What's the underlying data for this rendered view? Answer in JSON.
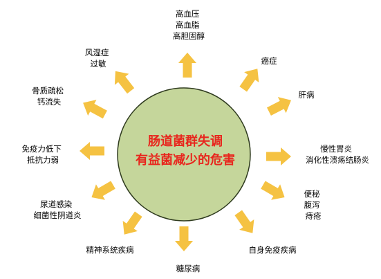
{
  "center": {
    "line1": "肠道菌群失调",
    "line2": "有益菌减少的危害",
    "fill_color": "#c5d69b",
    "border_color": "#2f3b1f",
    "text_color": "#e8261d"
  },
  "arrow_color": "#f5c242",
  "items": [
    {
      "id": "hypertension",
      "lines": [
        "高血压",
        "高血脂",
        "高胆固醇"
      ]
    },
    {
      "id": "cancer",
      "lines": [
        "癌症"
      ]
    },
    {
      "id": "liver",
      "lines": [
        "肝病"
      ]
    },
    {
      "id": "gastritis",
      "lines": [
        "慢性胃炎",
        "消化性溃疡结肠炎"
      ]
    },
    {
      "id": "constipation",
      "lines": [
        "便秘",
        "腹泻",
        "痔疮"
      ]
    },
    {
      "id": "autoimmune",
      "lines": [
        "自身免疫疾病"
      ]
    },
    {
      "id": "diabetes",
      "lines": [
        "糖尿病"
      ]
    },
    {
      "id": "mental",
      "lines": [
        "精神系统疾病"
      ]
    },
    {
      "id": "urinary",
      "lines": [
        "尿道感染",
        "细菌性阴道炎"
      ]
    },
    {
      "id": "immunity",
      "lines": [
        "免疫力低下",
        "抵抗力弱"
      ]
    },
    {
      "id": "osteoporosis",
      "lines": [
        "骨质疏松",
        "钙流失"
      ]
    },
    {
      "id": "rheumatism",
      "lines": [
        "风湿症",
        "过敏"
      ]
    }
  ]
}
